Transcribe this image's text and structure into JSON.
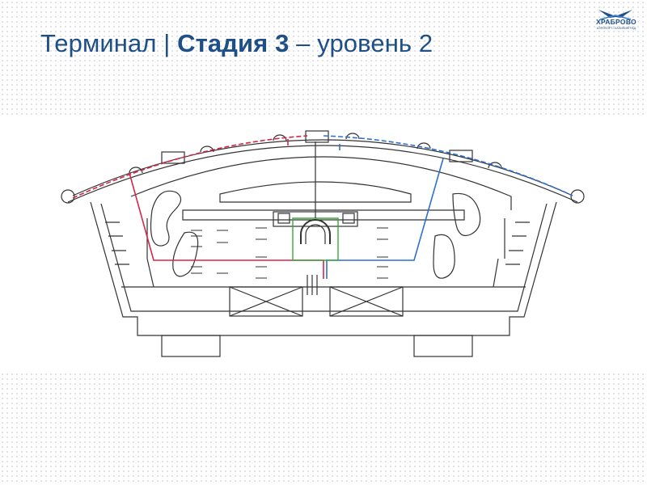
{
  "slide": {
    "title_part1": "Терминал | ",
    "title_bold": "Стадия 3",
    "title_part2": " – уровень 2"
  },
  "logo": {
    "name": "ХРАБРОВО",
    "subtitle": "АЭРОПОРТ • КАЛИНИНГРАД",
    "icon": "aircraft-icon"
  },
  "colors": {
    "title": "#1e4f86",
    "route_red": "#d8254a",
    "route_blue": "#2f6fd0",
    "route_green": "#3aa83a",
    "outline": "#333333",
    "background_dots": "#d6d9de"
  }
}
